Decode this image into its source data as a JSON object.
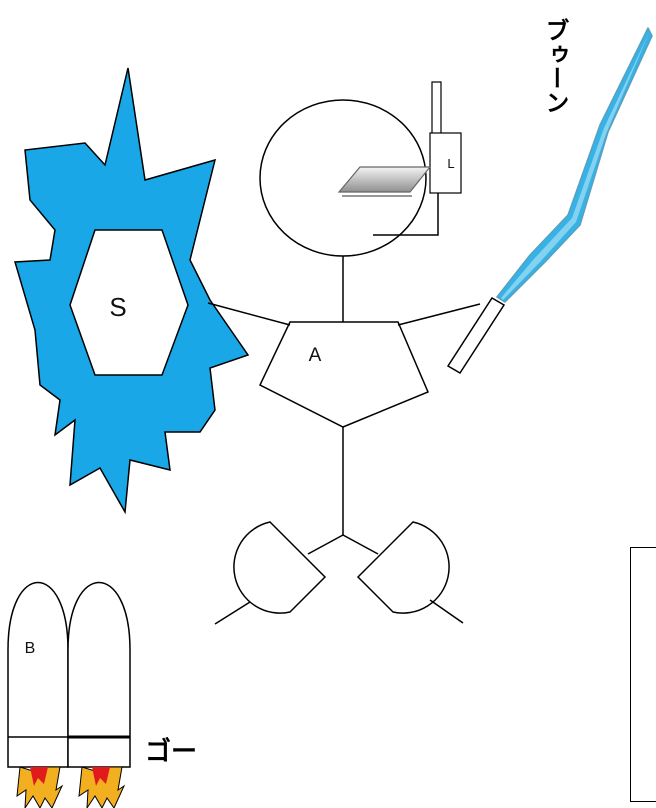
{
  "labels": {
    "shield": "S",
    "armor": "A",
    "boosters": "B",
    "headset": "L"
  },
  "sound_effects": {
    "saber": "ブゥーン",
    "boost": "ゴー"
  },
  "colors": {
    "burst_fill": "#1aa7e8",
    "beam_fill": "#35b3e6",
    "flame_outer": "#f2b021",
    "flame_inner": "#e11b1b",
    "visor_fill": "#cfcfcf",
    "line": "#000000"
  }
}
